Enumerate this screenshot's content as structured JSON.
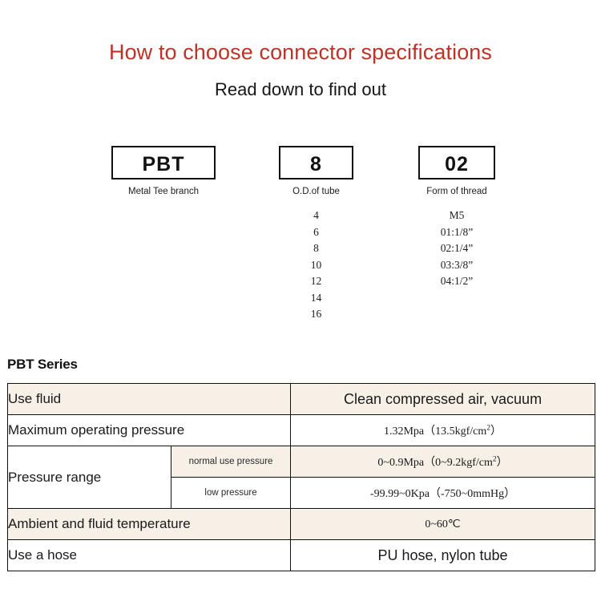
{
  "header": {
    "title": "How to choose connector specifications",
    "subtitle": "Read down to find out",
    "title_color": "#BE3328"
  },
  "code_breakdown": [
    {
      "code": "PBT",
      "caption": "Metal Tee branch",
      "options": []
    },
    {
      "code": "8",
      "caption": "O.D.of tube",
      "options": [
        "4",
        "6",
        "8",
        "10",
        "12",
        "14",
        "16"
      ]
    },
    {
      "code": "02",
      "caption": "Form of thread",
      "options": [
        "M5",
        "01:1/8”",
        "02:1/4”",
        "03:3/8”",
        "04:1/2”"
      ]
    }
  ],
  "spec": {
    "series_label": "PBT Series",
    "shaded_color": "#F6F0E7",
    "rows": [
      {
        "label": "Use fluid",
        "value": "Clean compressed air, vacuum"
      },
      {
        "label": "Maximum operating pressure",
        "value": "1.32Mpa（13.5kgf/cm",
        "value_sup": "2",
        "value_tail": "）"
      },
      {
        "label": "Pressure range",
        "sub_rows": [
          {
            "sub_label": "normal use pressure",
            "value": "0~0.9Mpa（0~9.2kgf/cm",
            "value_sup": "2",
            "value_tail": "）"
          },
          {
            "sub_label": "low pressure",
            "value": "-99.99~0Kpa（-750~0mmHg）"
          }
        ]
      },
      {
        "label": "Ambient and fluid temperature",
        "value": "0~60℃"
      },
      {
        "label": "Use a hose",
        "value": "PU hose, nylon tube"
      }
    ]
  }
}
